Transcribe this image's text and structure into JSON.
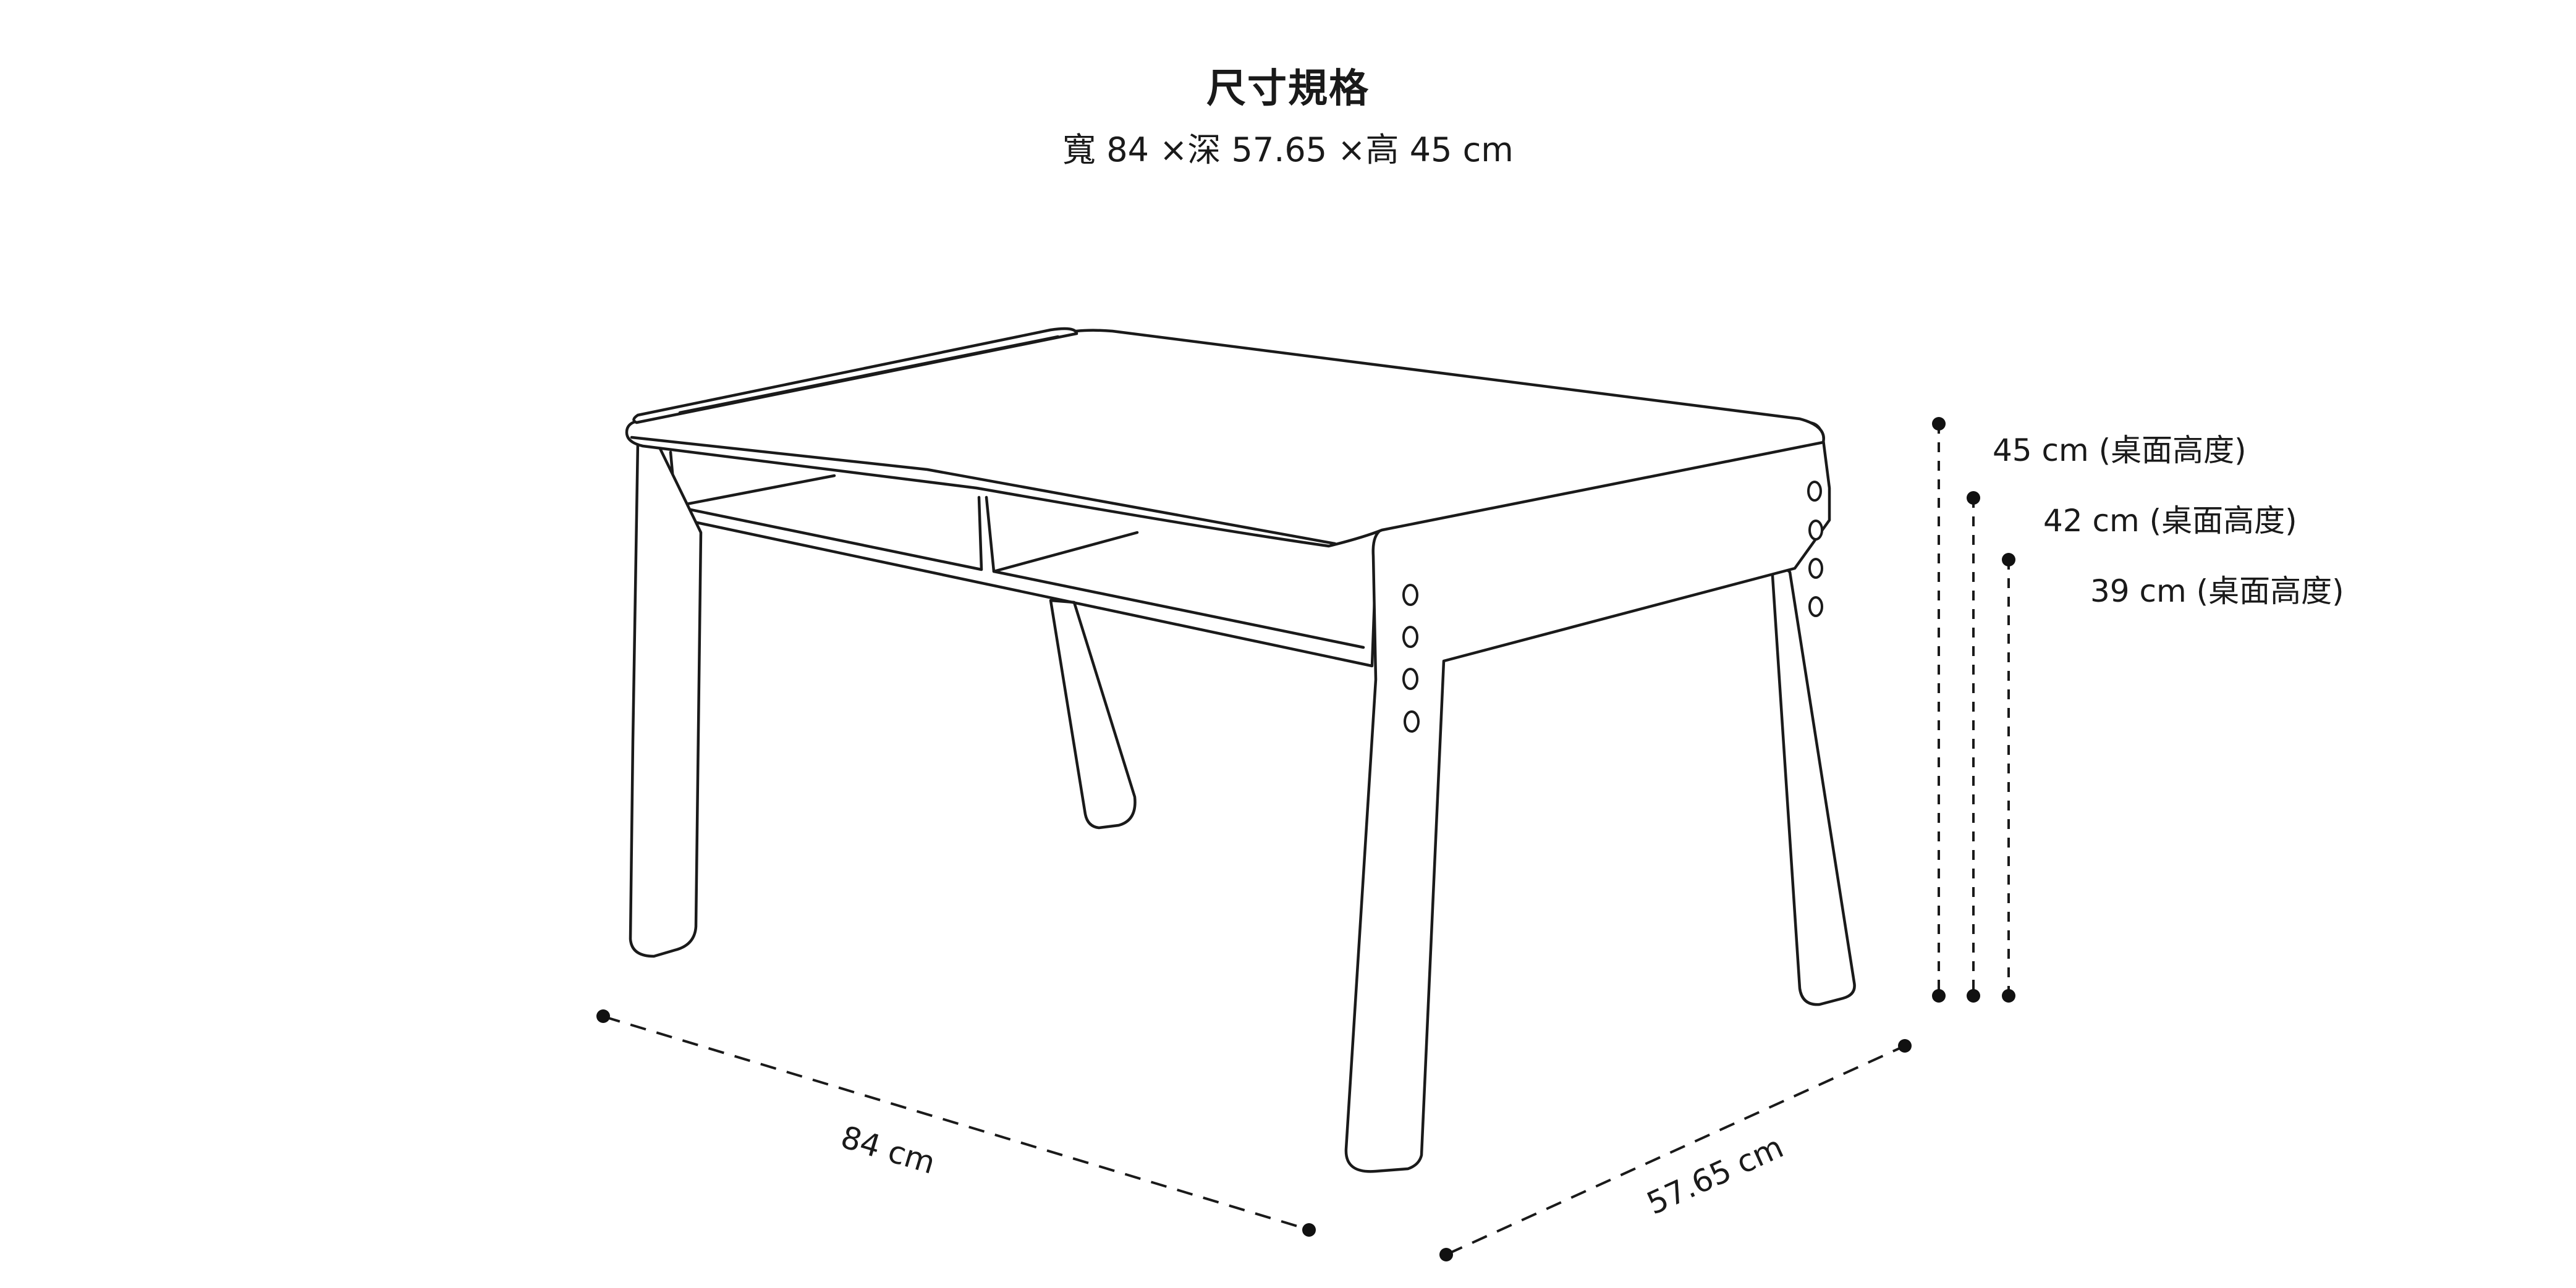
{
  "header": {
    "title": "尺寸規格",
    "subtitle": "寬 84 ×深 57.65 ×高 45 cm"
  },
  "dimensions": {
    "width_label": "84 cm",
    "depth_label": "57.65 cm",
    "heights": [
      {
        "label": "45 cm (桌面高度)"
      },
      {
        "label": "42 cm (桌面高度)"
      },
      {
        "label": "39 cm (桌面高度)"
      }
    ]
  }
}
